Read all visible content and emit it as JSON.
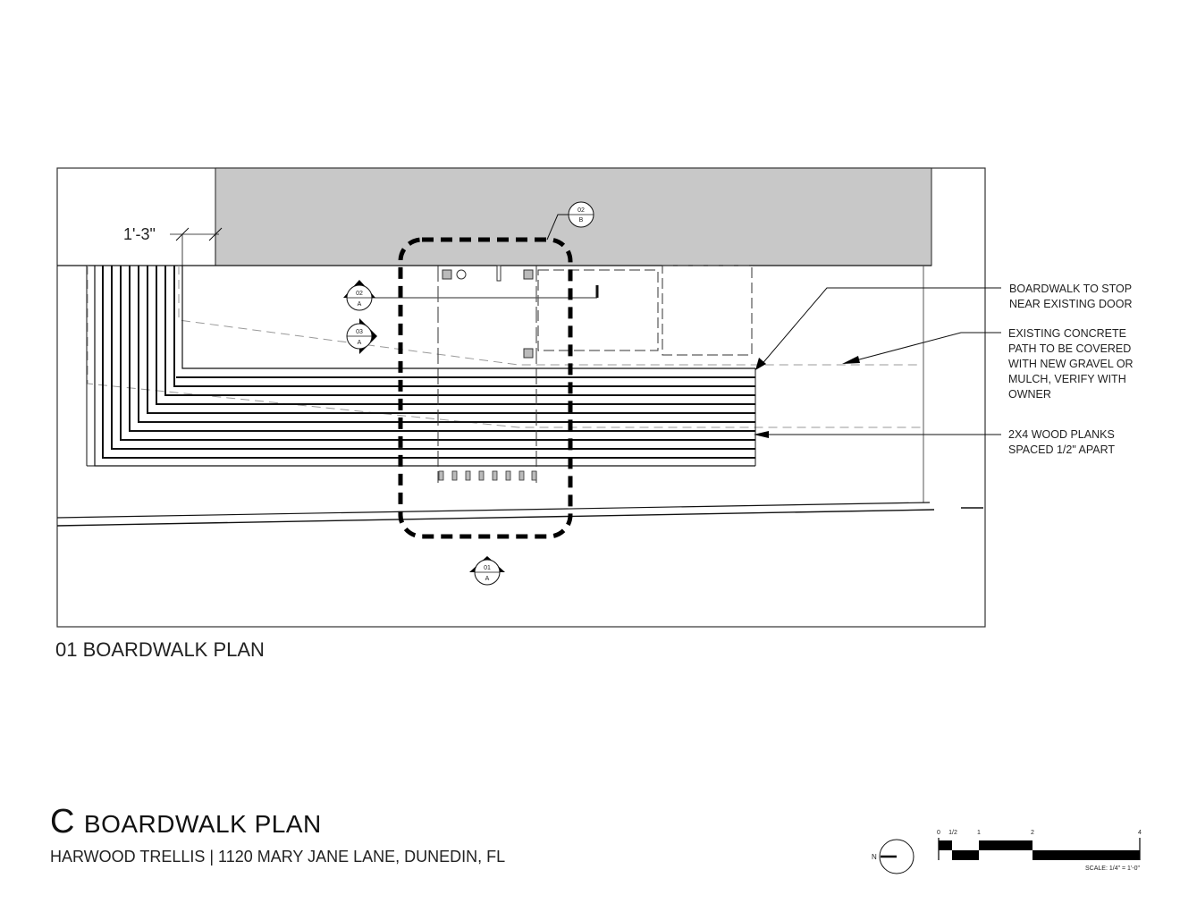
{
  "sheet": {
    "letter": "C",
    "title": "BOARDWALK PLAN",
    "subtitle": "HARWOOD TRELLIS | 1120 MARY JANE LANE, DUNEDIN, FL"
  },
  "plan": {
    "label": "01 BOARDWALK PLAN",
    "dimension": "1'-3\"",
    "section_markers": [
      {
        "number": "02",
        "sheet": "B"
      },
      {
        "number": "02",
        "sheet": "A"
      },
      {
        "number": "03",
        "sheet": "A"
      },
      {
        "number": "01",
        "sheet": "A"
      }
    ],
    "notes": [
      {
        "lines": [
          "BOARDWALK TO STOP",
          "NEAR EXISTING DOOR"
        ]
      },
      {
        "lines": [
          "EXISTING CONCRETE",
          "PATH TO BE COVERED",
          "WITH NEW GRAVEL OR",
          "MULCH, VERIFY WITH",
          "OWNER"
        ]
      },
      {
        "lines": [
          "2X4 WOOD PLANKS",
          "SPACED 1/2\" APART"
        ]
      }
    ],
    "colors": {
      "existing_building": "#c8c8c8",
      "line": "#111111",
      "hidden": "#999999"
    }
  },
  "north_arrow": {
    "label": "N"
  },
  "scale_bar": {
    "ticks": [
      "0",
      "1/2",
      "1",
      "2",
      "4"
    ],
    "scale_text": "SCALE:  1/4\" = 1'-0\""
  }
}
